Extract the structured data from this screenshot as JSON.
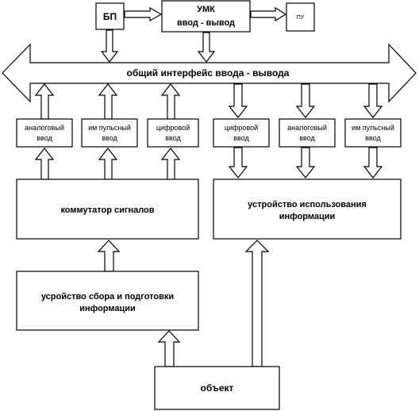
{
  "blocks": {
    "bp": "БП",
    "umk_title": "УМК",
    "umk_sub": "ввод - вывод",
    "pu": "ПУ",
    "bus": "общий интерфейс ввода  - вывода",
    "in_analog": [
      "аналоговый",
      "ввод"
    ],
    "in_pulse": [
      "им пульсный",
      "ввод"
    ],
    "in_digital": [
      "цифровой",
      "ввод"
    ],
    "out_digital": [
      "цифровой",
      "ввод"
    ],
    "out_analog": [
      "аналоговый",
      "ввод"
    ],
    "out_pulse": [
      "им пульсный",
      "ввод"
    ],
    "commutator": "коммутатор сигналов",
    "usage": [
      "устройство использования",
      "информации"
    ],
    "collector": [
      "усройство сбора и подготовки",
      "информации"
    ],
    "object": "объект"
  },
  "colors": {
    "line": "#000000",
    "fill": "#ffffff"
  }
}
